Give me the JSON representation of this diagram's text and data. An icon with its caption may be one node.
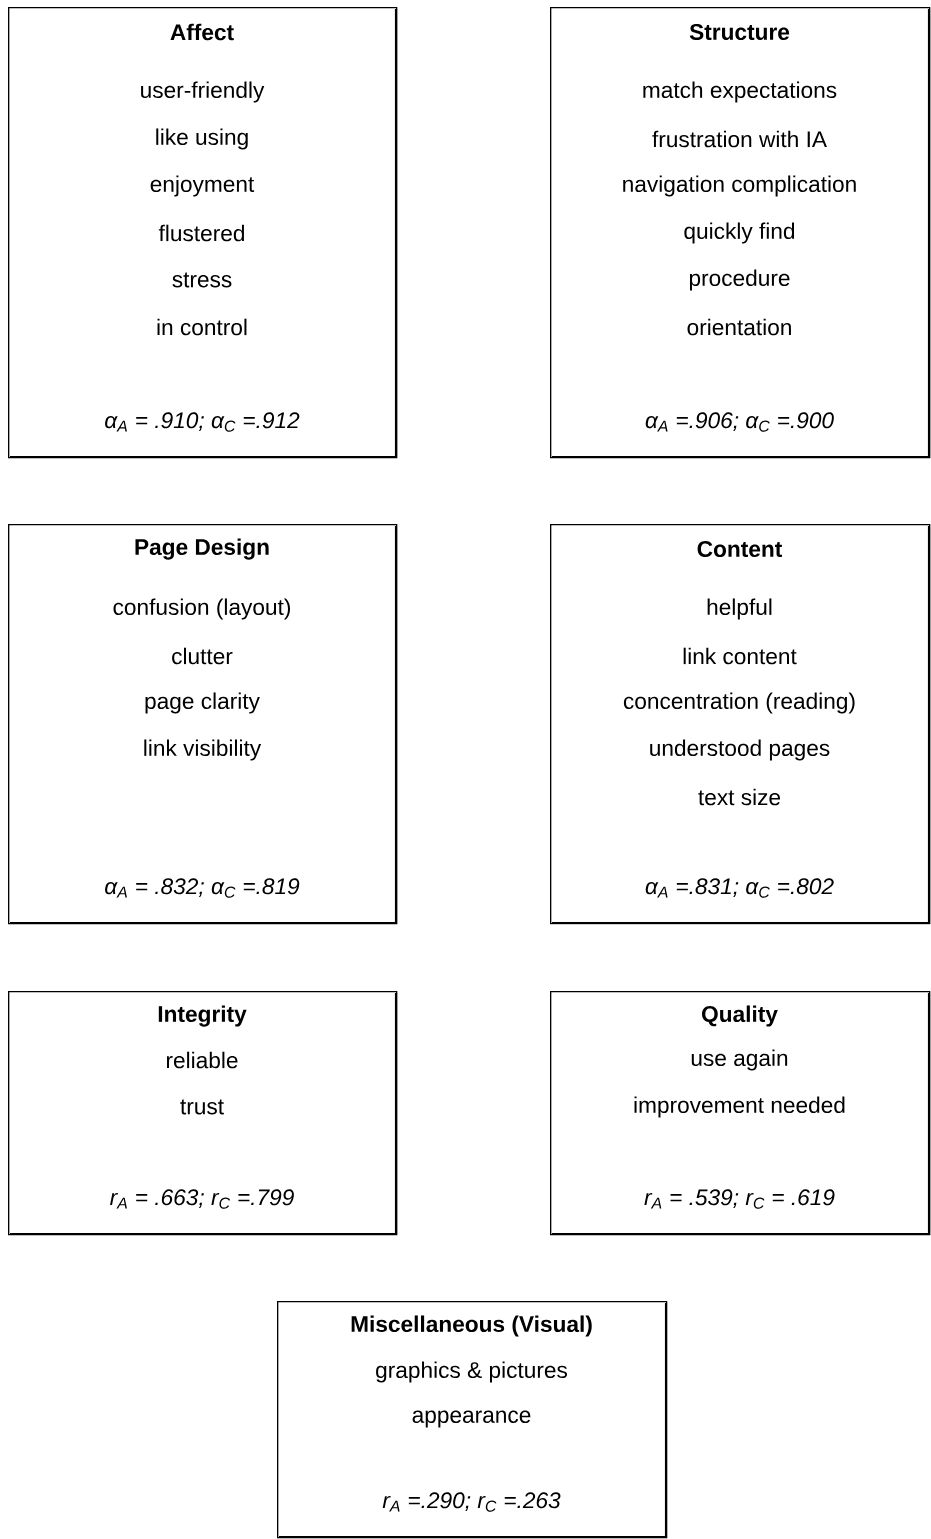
{
  "diagram": {
    "nodes": [
      {
        "text": [
          "Affect",
          "user-friendly",
          "like using",
          "enjoyment",
          "flustered",
          "stress",
          "in control",
          "α$_{A}$ = .910; α$_{C}$ =.912"
        ]
      },
      {
        "text": [
          "Structure",
          "match expectations",
          "frustration with IA",
          "navigation complication",
          "quickly find",
          "procedure",
          "orientation",
          "α$_{A}$ =.906; α$_{C}$ =.900"
        ]
      },
      {
        "text": [
          "Page Design",
          "confusion (layout)",
          "clutter",
          "page clarity",
          "link visibility",
          "α$_{A}$ = .832; α$_{C}$ =.819"
        ]
      },
      {
        "text": [
          "Content",
          "helpful",
          "link content",
          "concentration (reading)",
          "understood pages",
          "text size",
          "α$_{A}$ =.831; α$_{C}$ =.802"
        ]
      },
      {
        "text": [
          "Integrity",
          "reliable",
          "trust",
          "r$_{A}$ = .663; r$_{C}$ =.799"
        ]
      },
      {
        "text": [
          "Quality",
          "use again",
          "improvement needed",
          "r$_{A}$ = .539; r$_{C}$ = .619"
        ]
      },
      {
        "text": [
          "Miscellaneous (Visual)",
          "graphics & pictures",
          "appearance",
          "r$_{A}$ =.290; r$_{C}$ =.263"
        ]
      }
    ]
  }
}
